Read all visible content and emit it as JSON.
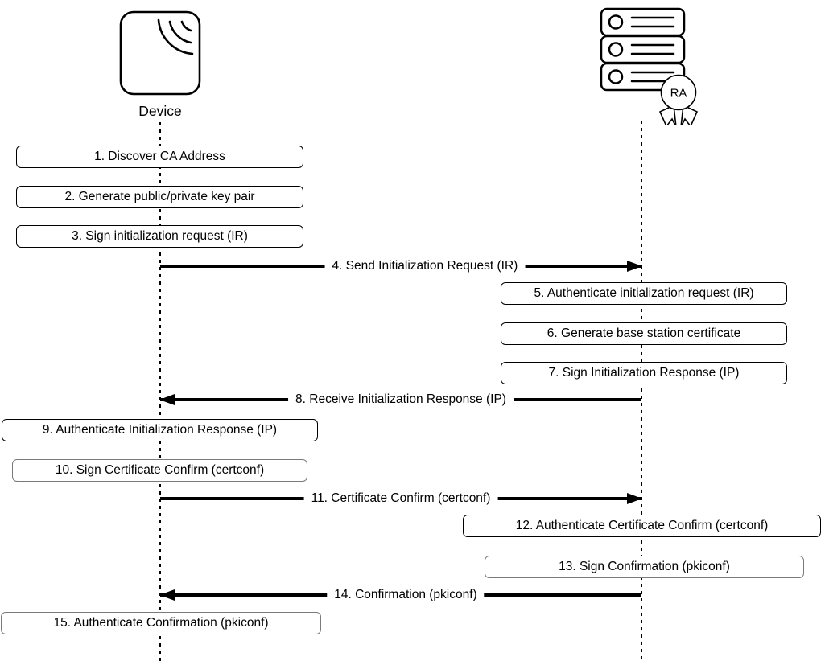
{
  "diagram": {
    "type": "sequence-diagram",
    "colors": {
      "line": "#000000",
      "background": "#ffffff",
      "alt_box_border": "#7a7a7a"
    },
    "actors": [
      {
        "id": "device",
        "label": "Device",
        "icon": "wireless-device-icon"
      },
      {
        "id": "ra",
        "label": "RA",
        "icon": "server-stack-icon",
        "badge": "RA"
      }
    ],
    "steps": [
      {
        "num": 1,
        "kind": "action",
        "actor": "Device",
        "label": "1. Discover CA Address"
      },
      {
        "num": 2,
        "kind": "action",
        "actor": "Device",
        "label": "2. Generate public/private key pair"
      },
      {
        "num": 3,
        "kind": "action",
        "actor": "Device",
        "label": "3. Sign initialization request (IR)"
      },
      {
        "num": 4,
        "kind": "message",
        "from": "Device",
        "to": "RA",
        "direction": "right",
        "label": "4. Send Initialization Request (IR)"
      },
      {
        "num": 5,
        "kind": "action",
        "actor": "RA",
        "label": "5. Authenticate initialization request (IR)"
      },
      {
        "num": 6,
        "kind": "action",
        "actor": "RA",
        "label": "6. Generate base station certificate"
      },
      {
        "num": 7,
        "kind": "action",
        "actor": "RA",
        "label": "7. Sign Initialization Response (IP)"
      },
      {
        "num": 8,
        "kind": "message",
        "from": "RA",
        "to": "Device",
        "direction": "left",
        "label": "8. Receive Initialization Response (IP)"
      },
      {
        "num": 9,
        "kind": "action",
        "actor": "Device",
        "label": "9. Authenticate Initialization Response (IP)"
      },
      {
        "num": 10,
        "kind": "action",
        "actor": "Device",
        "label": "10. Sign Certificate Confirm (certconf)"
      },
      {
        "num": 11,
        "kind": "message",
        "from": "Device",
        "to": "RA",
        "direction": "right",
        "label": "11. Certificate Confirm (certconf)"
      },
      {
        "num": 12,
        "kind": "action",
        "actor": "RA",
        "label": "12. Authenticate Certificate Confirm (certconf)"
      },
      {
        "num": 13,
        "kind": "action",
        "actor": "RA",
        "label": "13. Sign Confirmation (pkiconf)"
      },
      {
        "num": 14,
        "kind": "message",
        "from": "RA",
        "to": "Device",
        "direction": "left",
        "label": "14. Confirmation (pkiconf)"
      },
      {
        "num": 15,
        "kind": "action",
        "actor": "Device",
        "label": "15. Authenticate Confirmation (pkiconf)"
      }
    ]
  }
}
